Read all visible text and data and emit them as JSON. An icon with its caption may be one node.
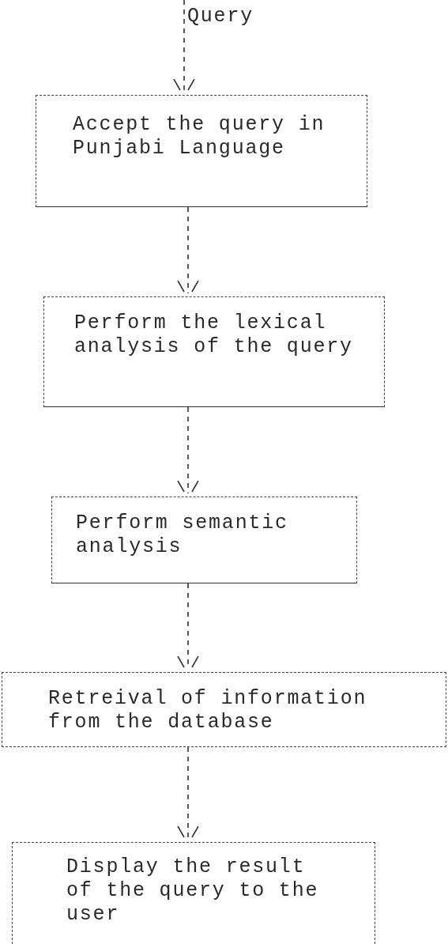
{
  "diagram": {
    "nodes": [
      {
        "text": [
          "Accept the query in Punjabi Language"
        ]
      },
      {
        "text": [
          "Perform the lexical analysis of the query"
        ]
      },
      {
        "text": [
          "Perform semantic analysis"
        ]
      },
      {
        "text": [
          "Retreival of information from the database"
        ]
      },
      {
        "text": [
          "Display the result of the query to the user"
        ]
      }
    ],
    "edges": [
      {
        "from": null,
        "to": 0,
        "arrow": "to",
        "style": "dashed",
        "label": "Query"
      },
      {
        "from": 0,
        "to": 1,
        "arrow": "to",
        "style": "dashed"
      },
      {
        "from": 1,
        "to": 2,
        "arrow": "to",
        "style": "dashed"
      },
      {
        "from": 2,
        "to": 3,
        "arrow": "to",
        "style": "dashed"
      },
      {
        "from": 3,
        "to": 4,
        "arrow": "to",
        "style": "dashed"
      }
    ]
  }
}
